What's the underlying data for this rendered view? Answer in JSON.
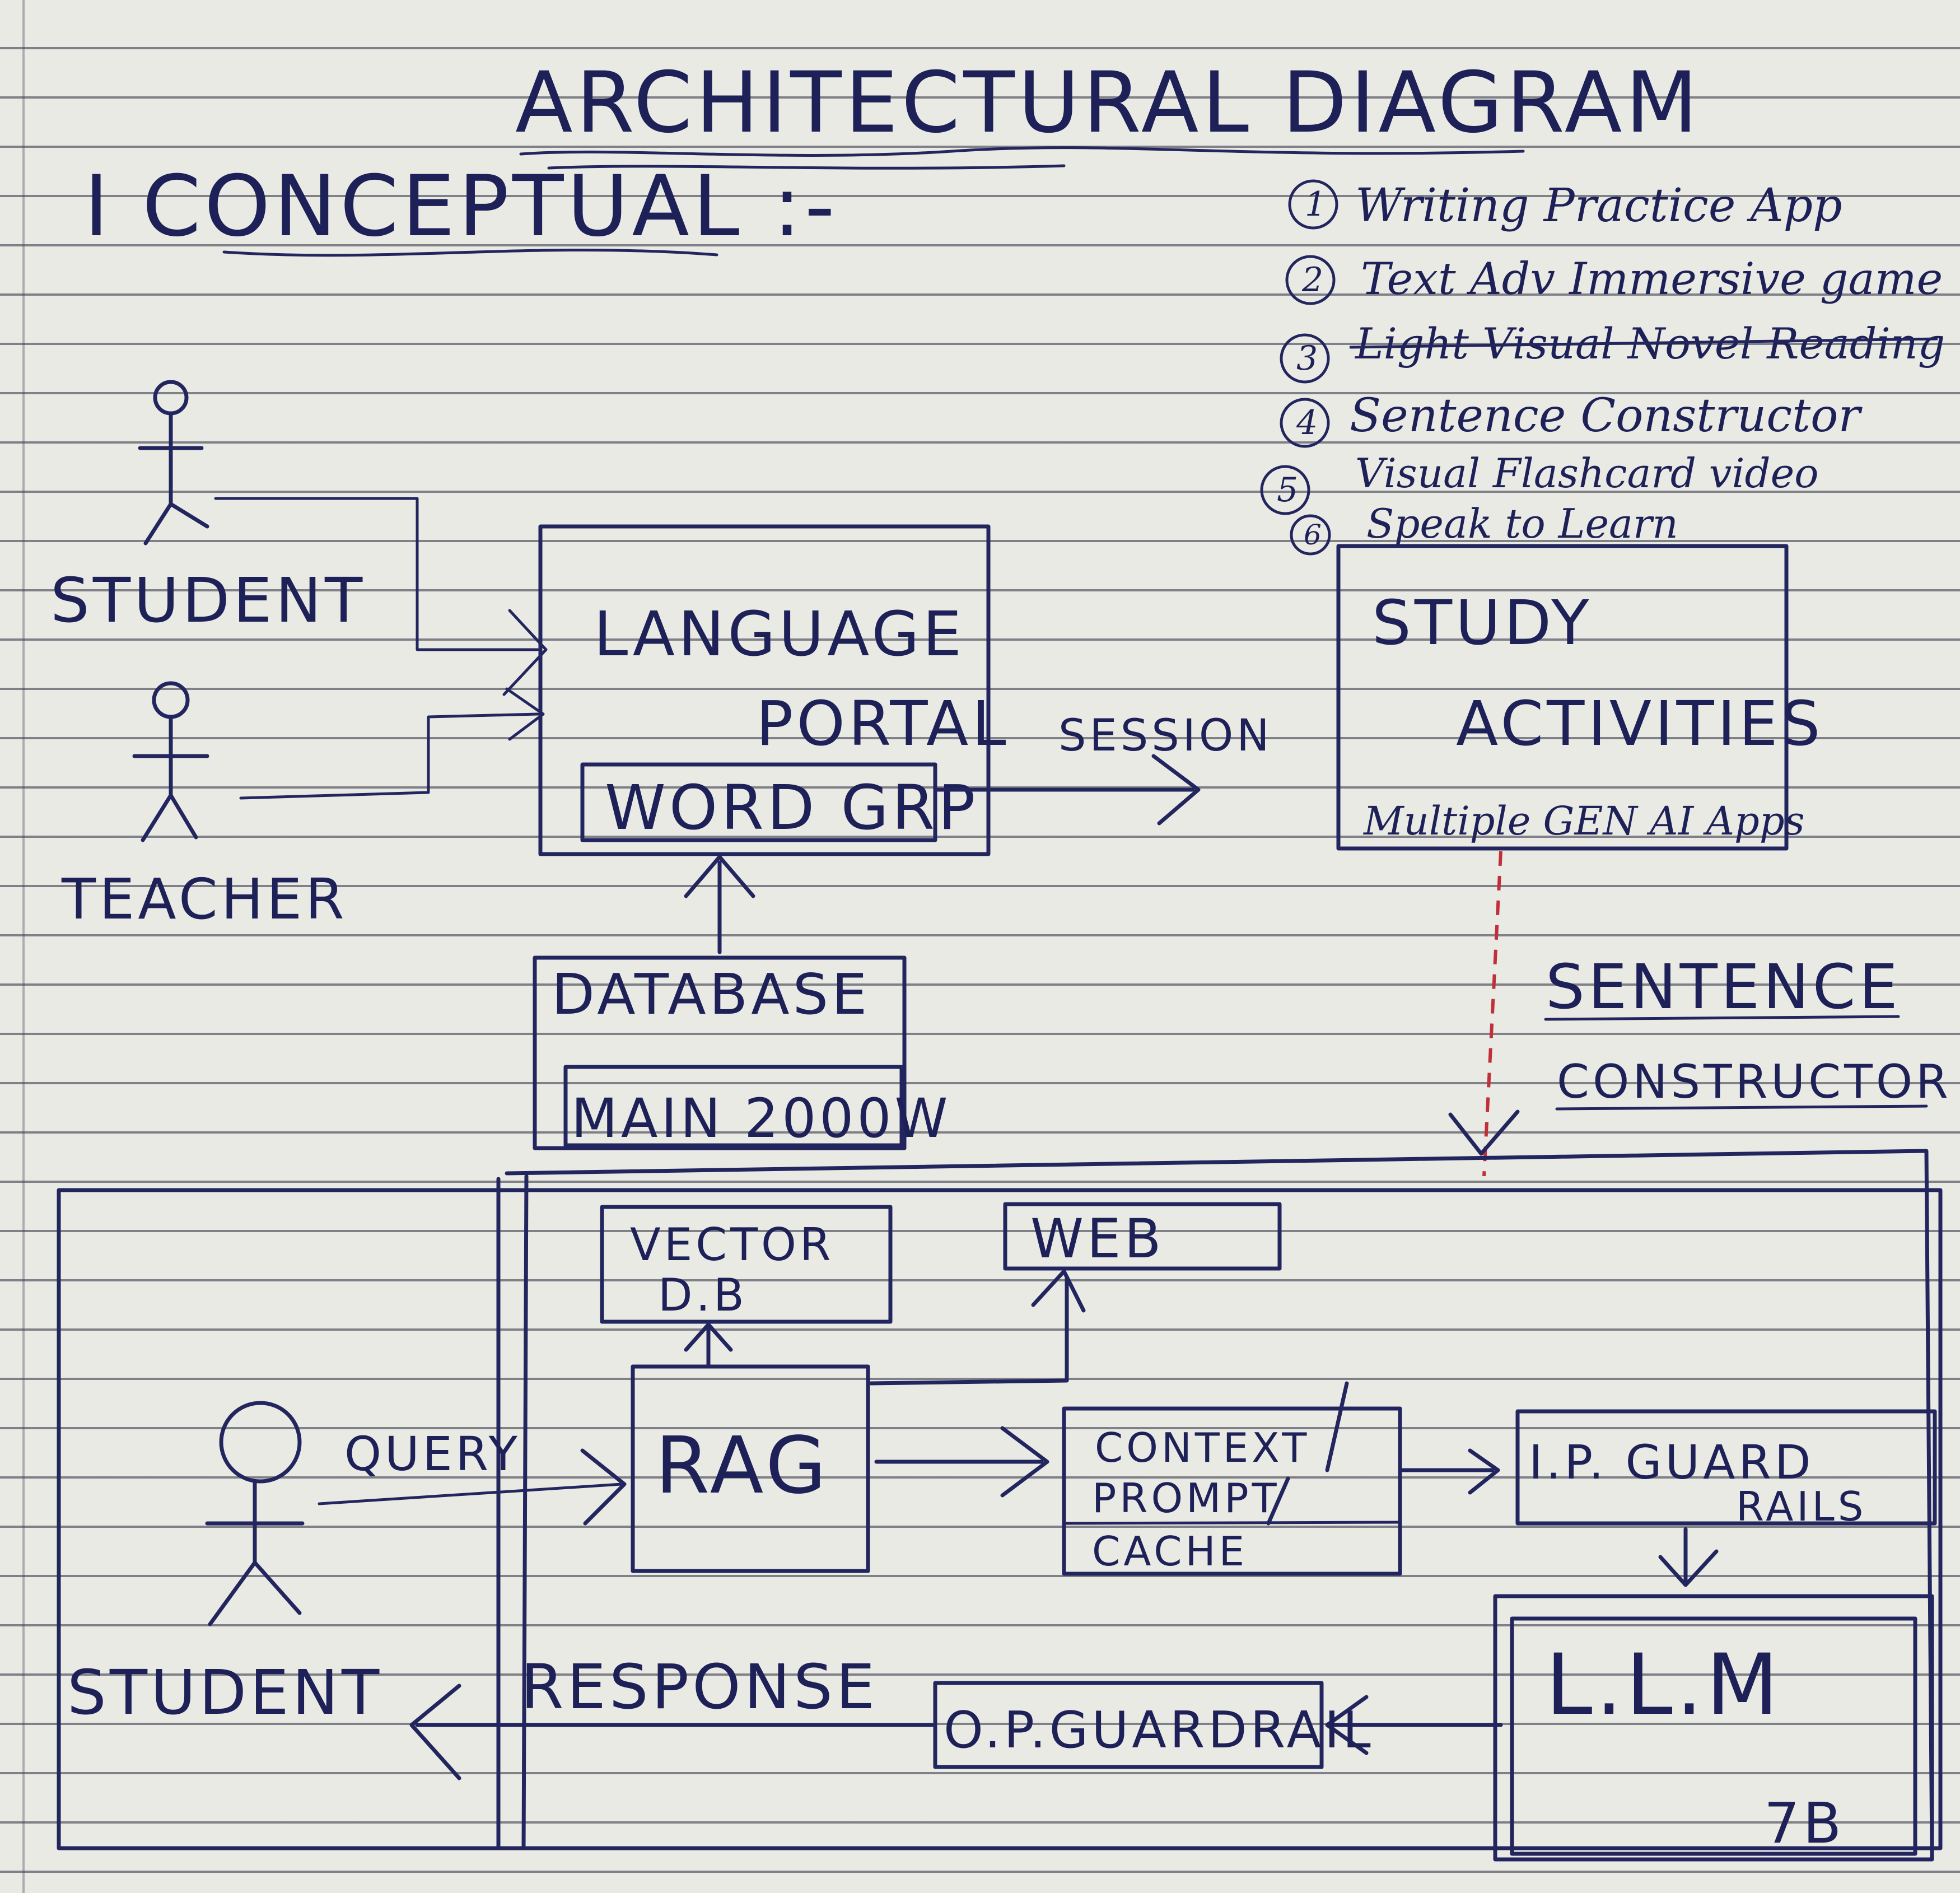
{
  "title": "ARCHITECTURAL DIAGRAM",
  "section_heading": "I CONCEPTUAL :-",
  "activities_list": [
    {
      "number": "1",
      "text": "Writing Practice App"
    },
    {
      "number": "2",
      "text": "Text Adv Immersive game"
    },
    {
      "number": "3",
      "text": "Light Visual Novel Reading"
    },
    {
      "number": "4",
      "text": "Sentence Constructor"
    },
    {
      "number": "5",
      "text": "Visual Flashcard video"
    },
    {
      "number": "6",
      "text": "Speak to Learn"
    }
  ],
  "actors": {
    "student_top": "STUDENT",
    "teacher": "TEACHER",
    "student_bottom": "STUDENT"
  },
  "language_portal": {
    "line1": "LANGUAGE",
    "line2": "PORTAL",
    "inner": "WORD GRP"
  },
  "session_label": "SESSION",
  "study_activities": {
    "line1": "STUDY",
    "line2": "ACTIVITIES",
    "bottom": "Multiple GEN AI Apps"
  },
  "database": {
    "label": "DATABASE",
    "inner": "MAIN 2000W"
  },
  "sentence_constructor": {
    "line1": "SENTENCE",
    "line2": "CONSTRUCTOR"
  },
  "vector_db": {
    "line1": "VECTOR",
    "line2": "D.B"
  },
  "web": "WEB",
  "rag": "RAG",
  "cache_box": {
    "line1": "CONTEXT",
    "line2": "PROMPT",
    "line3": "CACHE"
  },
  "ip_guardrails": {
    "line1": "I.P. GUARD",
    "line2": "RAILS"
  },
  "llm": {
    "label": "L.L.M",
    "size": "7B"
  },
  "op_guardrail": "O.P.GUARDRAIL",
  "query_label": "QUERY",
  "response_label": "RESPONSE",
  "ink_color": "#23265e",
  "dash_color": "#c0303a"
}
